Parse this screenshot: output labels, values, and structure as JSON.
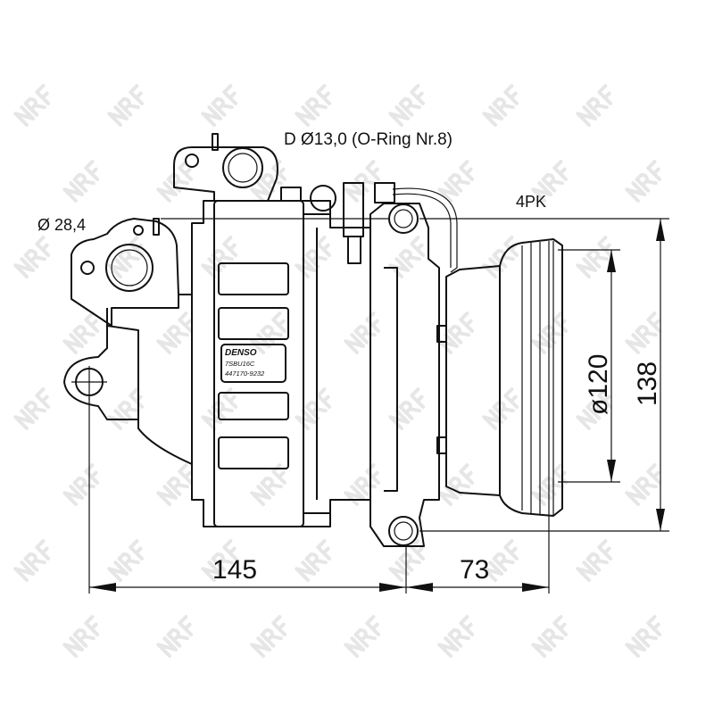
{
  "watermark": "NRF",
  "labels": {
    "top_port": "D Ø13,0 (O-Ring Nr.8)",
    "side_port": "Ø 28,4",
    "belt": "4PK",
    "length_body": "145",
    "length_clutch": "73",
    "pulley_diameter": "ø120",
    "overall_height": "138"
  },
  "nameplate": {
    "brand": "DENSO",
    "model": "7SBU16C",
    "part_number": "447170-9232"
  }
}
